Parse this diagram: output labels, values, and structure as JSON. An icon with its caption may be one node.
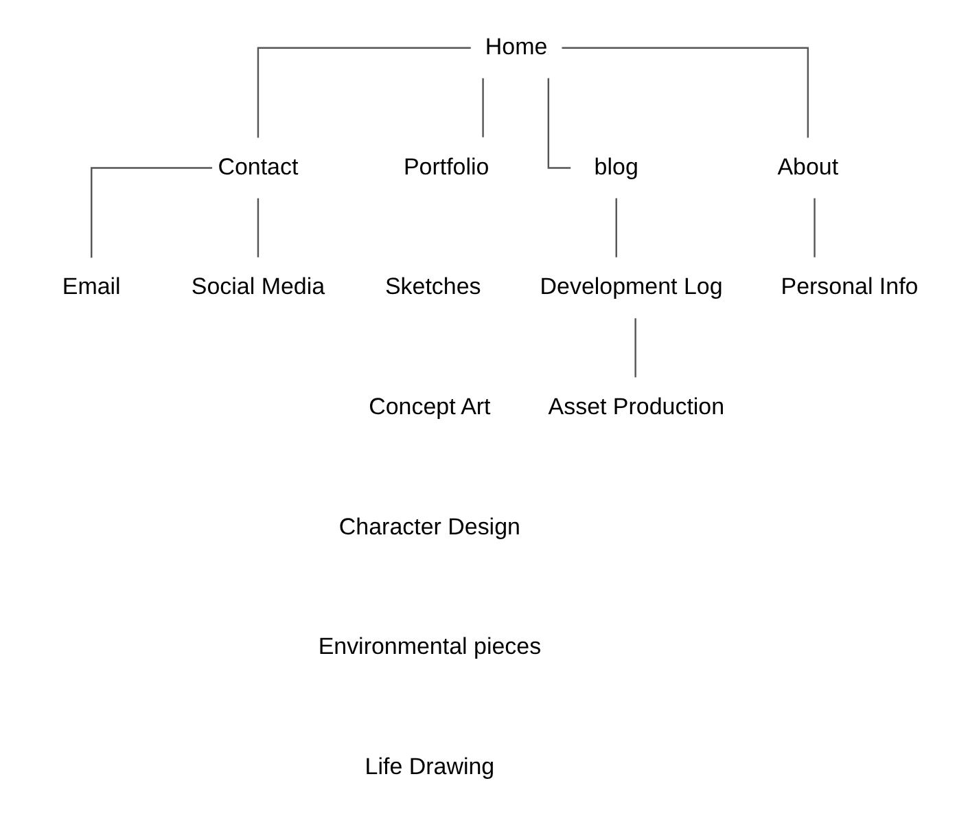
{
  "diagram": {
    "nodes": [
      {
        "text": [
          "Home"
        ]
      },
      {
        "text": [
          "Contact"
        ]
      },
      {
        "text": [
          "Portfolio"
        ]
      },
      {
        "text": [
          "blog"
        ]
      },
      {
        "text": [
          "About"
        ]
      },
      {
        "text": [
          "Email"
        ]
      },
      {
        "text": [
          "Social Media"
        ]
      },
      {
        "text": [
          "Development Log"
        ]
      },
      {
        "text": [
          "Asset Production"
        ]
      },
      {
        "text": [
          "Personal Info"
        ]
      }
    ],
    "edges": [
      {
        "from": 0,
        "to": 1,
        "arrow": "none"
      },
      {
        "from": 0,
        "to": 2,
        "arrow": "none"
      },
      {
        "from": 0,
        "to": 3,
        "arrow": "none"
      },
      {
        "from": 0,
        "to": 4,
        "arrow": "none"
      },
      {
        "from": 1,
        "to": 5,
        "arrow": "none"
      },
      {
        "from": 1,
        "to": 6,
        "arrow": "none"
      },
      {
        "from": 3,
        "to": 7,
        "arrow": "none"
      },
      {
        "from": 7,
        "to": 8,
        "arrow": "none"
      },
      {
        "from": 4,
        "to": 9,
        "arrow": "none"
      }
    ],
    "labels": [
      "Sketches",
      "Concept Art",
      "Character Design",
      "Environmental pieces",
      "Life Drawing"
    ]
  }
}
